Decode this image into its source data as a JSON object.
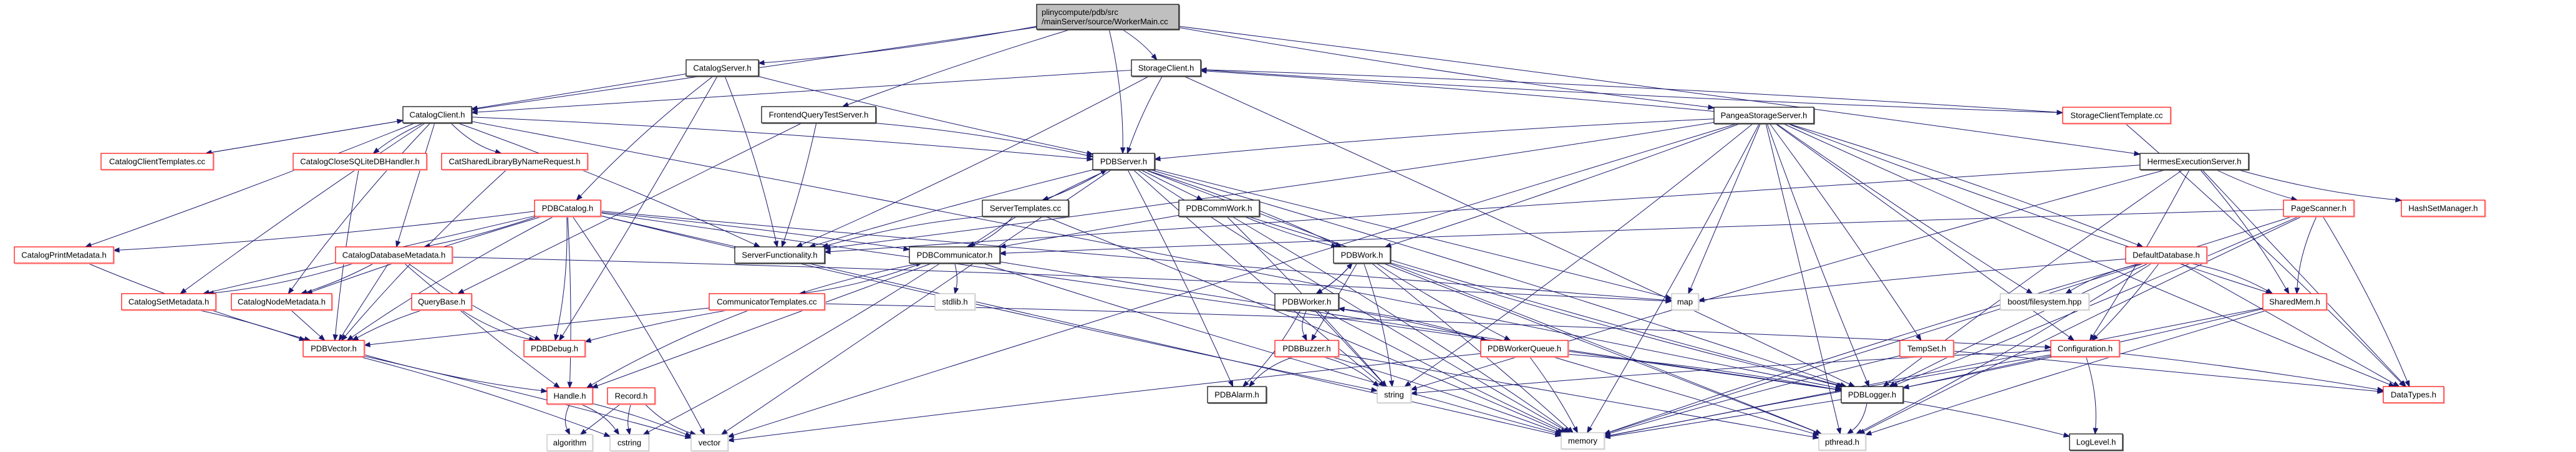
{
  "title": "Include dependency graph for WorkerMain.cc",
  "colors": {
    "edge": "#191970",
    "root_fill": "#bfbfbf",
    "root_border": "#000000",
    "documented_border": "#000000",
    "undocumented_border": "#ff0000",
    "system_border": "#bfbfbf",
    "node_fill": "#ffffff"
  },
  "nodes": [
    {
      "id": "root",
      "label": [
        "plinycompute/pdb/src",
        "/mainServer/source/WorkerMain.cc"
      ],
      "kind": "root"
    },
    {
      "id": "CatalogServer",
      "label": [
        "CatalogServer.h"
      ],
      "kind": "documented"
    },
    {
      "id": "StorageClient",
      "label": [
        "StorageClient.h"
      ],
      "kind": "documented"
    },
    {
      "id": "CatalogClient",
      "label": [
        "CatalogClient.h"
      ],
      "kind": "documented"
    },
    {
      "id": "FrontendQueryTestServer",
      "label": [
        "FrontendQueryTestServer.h"
      ],
      "kind": "documented"
    },
    {
      "id": "PangeaStorageServer",
      "label": [
        "PangeaStorageServer.h"
      ],
      "kind": "documented"
    },
    {
      "id": "StorageClientTemplate",
      "label": [
        "StorageClientTemplate.cc"
      ],
      "kind": "undocumented"
    },
    {
      "id": "CatalogClientTemplates",
      "label": [
        "CatalogClientTemplates.cc"
      ],
      "kind": "undocumented"
    },
    {
      "id": "CatalogCloseSQLiteDBHandler",
      "label": [
        "CatalogCloseSQLiteDBHandler.h"
      ],
      "kind": "undocumented"
    },
    {
      "id": "CatSharedLibraryByNameRequest",
      "label": [
        "CatSharedLibraryByNameRequest.h"
      ],
      "kind": "undocumented"
    },
    {
      "id": "PDBServer",
      "label": [
        "PDBServer.h"
      ],
      "kind": "documented"
    },
    {
      "id": "HermesExecutionServer",
      "label": [
        "HermesExecutionServer.h"
      ],
      "kind": "documented"
    },
    {
      "id": "PDBCatalog",
      "label": [
        "PDBCatalog.h"
      ],
      "kind": "undocumented"
    },
    {
      "id": "ServerTemplates",
      "label": [
        "ServerTemplates.cc"
      ],
      "kind": "documented"
    },
    {
      "id": "PDBCommWork",
      "label": [
        "PDBCommWork.h"
      ],
      "kind": "documented"
    },
    {
      "id": "PageScanner",
      "label": [
        "PageScanner.h"
      ],
      "kind": "undocumented"
    },
    {
      "id": "HashSetManager",
      "label": [
        "HashSetManager.h"
      ],
      "kind": "undocumented"
    },
    {
      "id": "CatalogPrintMetadata",
      "label": [
        "CatalogPrintMetadata.h"
      ],
      "kind": "undocumented"
    },
    {
      "id": "CatalogDatabaseMetadata",
      "label": [
        "CatalogDatabaseMetadata.h"
      ],
      "kind": "undocumented"
    },
    {
      "id": "ServerFunctionality",
      "label": [
        "ServerFunctionality.h"
      ],
      "kind": "documented"
    },
    {
      "id": "PDBCommunicator",
      "label": [
        "PDBCommunicator.h"
      ],
      "kind": "documented"
    },
    {
      "id": "PDBWork",
      "label": [
        "PDBWork.h"
      ],
      "kind": "documented"
    },
    {
      "id": "DefaultDatabase",
      "label": [
        "DefaultDatabase.h"
      ],
      "kind": "undocumented"
    },
    {
      "id": "CatalogSetMetadata",
      "label": [
        "CatalogSetMetadata.h"
      ],
      "kind": "undocumented"
    },
    {
      "id": "CatalogNodeMetadata",
      "label": [
        "CatalogNodeMetadata.h"
      ],
      "kind": "undocumented"
    },
    {
      "id": "QueryBase",
      "label": [
        "QueryBase.h"
      ],
      "kind": "undocumented"
    },
    {
      "id": "CommunicatorTemplates",
      "label": [
        "CommunicatorTemplates.cc"
      ],
      "kind": "undocumented"
    },
    {
      "id": "stdlib",
      "label": [
        "stdlib.h"
      ],
      "kind": "system"
    },
    {
      "id": "PDBWorker",
      "label": [
        "PDBWorker.h"
      ],
      "kind": "documented"
    },
    {
      "id": "map",
      "label": [
        "map"
      ],
      "kind": "system"
    },
    {
      "id": "boostfs",
      "label": [
        "boost/filesystem.hpp"
      ],
      "kind": "system"
    },
    {
      "id": "SharedMem",
      "label": [
        "SharedMem.h"
      ],
      "kind": "undocumented"
    },
    {
      "id": "PDBVector",
      "label": [
        "PDBVector.h"
      ],
      "kind": "undocumented"
    },
    {
      "id": "PDBDebug",
      "label": [
        "PDBDebug.h"
      ],
      "kind": "undocumented"
    },
    {
      "id": "PDBBuzzer",
      "label": [
        "PDBBuzzer.h"
      ],
      "kind": "undocumented"
    },
    {
      "id": "PDBWorkerQueue",
      "label": [
        "PDBWorkerQueue.h"
      ],
      "kind": "undocumented"
    },
    {
      "id": "TempSet",
      "label": [
        "TempSet.h"
      ],
      "kind": "undocumented"
    },
    {
      "id": "Configuration",
      "label": [
        "Configuration.h"
      ],
      "kind": "undocumented"
    },
    {
      "id": "Handle",
      "label": [
        "Handle.h"
      ],
      "kind": "undocumented"
    },
    {
      "id": "Record",
      "label": [
        "Record.h"
      ],
      "kind": "undocumented"
    },
    {
      "id": "PDBAlarm",
      "label": [
        "PDBAlarm.h"
      ],
      "kind": "documented"
    },
    {
      "id": "string",
      "label": [
        "string"
      ],
      "kind": "system"
    },
    {
      "id": "PDBLogger",
      "label": [
        "PDBLogger.h"
      ],
      "kind": "documented"
    },
    {
      "id": "DataTypes",
      "label": [
        "DataTypes.h"
      ],
      "kind": "undocumented"
    },
    {
      "id": "algorithm",
      "label": [
        "algorithm"
      ],
      "kind": "system"
    },
    {
      "id": "cstring",
      "label": [
        "cstring"
      ],
      "kind": "system"
    },
    {
      "id": "vector",
      "label": [
        "vector"
      ],
      "kind": "system"
    },
    {
      "id": "memory",
      "label": [
        "memory"
      ],
      "kind": "system"
    },
    {
      "id": "pthread",
      "label": [
        "pthread.h"
      ],
      "kind": "system"
    },
    {
      "id": "LogLevel",
      "label": [
        "LogLevel.h"
      ],
      "kind": "documented"
    }
  ],
  "edges": [
    [
      "root",
      "CatalogServer"
    ],
    [
      "root",
      "StorageClient"
    ],
    [
      "root",
      "CatalogClient"
    ],
    [
      "root",
      "FrontendQueryTestServer"
    ],
    [
      "root",
      "PangeaStorageServer"
    ],
    [
      "root",
      "PDBServer"
    ],
    [
      "root",
      "HermesExecutionServer"
    ],
    [
      "CatalogServer",
      "CatalogClient"
    ],
    [
      "CatalogServer",
      "PDBServer"
    ],
    [
      "CatalogServer",
      "PDBCatalog"
    ],
    [
      "CatalogServer",
      "ServerFunctionality"
    ],
    [
      "CatalogServer",
      "PDBDebug"
    ],
    [
      "StorageClient",
      "CatalogClient"
    ],
    [
      "StorageClient",
      "PDBServer"
    ],
    [
      "StorageClient",
      "StorageClientTemplate"
    ],
    [
      "StorageClient",
      "ServerFunctionality"
    ],
    [
      "StorageClient",
      "PDBLogger"
    ],
    [
      "CatalogClient",
      "CatalogClientTemplates"
    ],
    [
      "CatalogClient",
      "CatalogCloseSQLiteDBHandler"
    ],
    [
      "CatalogClient",
      "CatSharedLibraryByNameRequest"
    ],
    [
      "CatalogClient",
      "PDBServer"
    ],
    [
      "CatalogClient",
      "CatalogPrintMetadata"
    ],
    [
      "CatalogClient",
      "CatalogDatabaseMetadata"
    ],
    [
      "CatalogClient",
      "CatalogSetMetadata"
    ],
    [
      "CatalogClient",
      "CatalogNodeMetadata"
    ],
    [
      "CatalogClient",
      "ServerFunctionality"
    ],
    [
      "CatalogClient",
      "PDBLogger"
    ],
    [
      "CatalogClientTemplates",
      "CatalogClient"
    ],
    [
      "CatalogCloseSQLiteDBHandler",
      "PDBVector"
    ],
    [
      "CatSharedLibraryByNameRequest",
      "PDBVector"
    ],
    [
      "FrontendQueryTestServer",
      "PDBServer"
    ],
    [
      "FrontendQueryTestServer",
      "ServerFunctionality"
    ],
    [
      "FrontendQueryTestServer",
      "QueryBase"
    ],
    [
      "PangeaStorageServer",
      "StorageClient"
    ],
    [
      "PangeaStorageServer",
      "PDBServer"
    ],
    [
      "PangeaStorageServer",
      "ServerFunctionality"
    ],
    [
      "PangeaStorageServer",
      "PDBWork"
    ],
    [
      "PangeaStorageServer",
      "map"
    ],
    [
      "PangeaStorageServer",
      "boostfs"
    ],
    [
      "PangeaStorageServer",
      "SharedMem"
    ],
    [
      "PangeaStorageServer",
      "DefaultDatabase"
    ],
    [
      "PangeaStorageServer",
      "TempSet"
    ],
    [
      "PangeaStorageServer",
      "Configuration"
    ],
    [
      "PangeaStorageServer",
      "PDBLogger"
    ],
    [
      "PangeaStorageServer",
      "DataTypes"
    ],
    [
      "PangeaStorageServer",
      "string"
    ],
    [
      "PangeaStorageServer",
      "memory"
    ],
    [
      "PangeaStorageServer",
      "pthread"
    ],
    [
      "PangeaStorageServer",
      "vector"
    ],
    [
      "StorageClientTemplate",
      "StorageClient"
    ],
    [
      "StorageClientTemplate",
      "DataTypes"
    ],
    [
      "PDBServer",
      "ServerTemplates"
    ],
    [
      "PDBServer",
      "PDBCommWork"
    ],
    [
      "PDBServer",
      "ServerFunctionality"
    ],
    [
      "PDBServer",
      "PDBCommunicator"
    ],
    [
      "PDBServer",
      "PDBWork"
    ],
    [
      "PDBServer",
      "PDBAlarm"
    ],
    [
      "PDBServer",
      "map"
    ],
    [
      "PDBServer",
      "string"
    ],
    [
      "PDBServer",
      "memory"
    ],
    [
      "PDBServer",
      "PDBLogger"
    ],
    [
      "PDBServer",
      "pthread"
    ],
    [
      "PDBServer",
      "vector"
    ],
    [
      "ServerTemplates",
      "PDBServer"
    ],
    [
      "ServerTemplates",
      "ServerFunctionality"
    ],
    [
      "ServerTemplates",
      "PDBCommunicator"
    ],
    [
      "ServerTemplates",
      "memory"
    ],
    [
      "PDBCommWork",
      "PDBCommunicator"
    ],
    [
      "PDBCommWork",
      "PDBWork"
    ],
    [
      "PDBCommWork",
      "PDBLogger"
    ],
    [
      "PDBCommWork",
      "memory"
    ],
    [
      "PDBCommWork",
      "string"
    ],
    [
      "HermesExecutionServer",
      "ServerFunctionality"
    ],
    [
      "HermesExecutionServer",
      "PageScanner"
    ],
    [
      "HermesExecutionServer",
      "HashSetManager"
    ],
    [
      "HermesExecutionServer",
      "SharedMem"
    ],
    [
      "HermesExecutionServer",
      "Configuration"
    ],
    [
      "HermesExecutionServer",
      "DataTypes"
    ],
    [
      "HermesExecutionServer",
      "PDBLogger"
    ],
    [
      "HermesExecutionServer",
      "string"
    ],
    [
      "PDBCatalog",
      "CatalogPrintMetadata"
    ],
    [
      "PDBCatalog",
      "CatalogDatabaseMetadata"
    ],
    [
      "PDBCatalog",
      "CatalogSetMetadata"
    ],
    [
      "PDBCatalog",
      "CatalogNodeMetadata"
    ],
    [
      "PDBCatalog",
      "PDBVector"
    ],
    [
      "PDBCatalog",
      "PDBDebug"
    ],
    [
      "PDBCatalog",
      "PDBCommunicator"
    ],
    [
      "PDBCatalog",
      "PDBLogger"
    ],
    [
      "PDBCatalog",
      "map"
    ],
    [
      "PDBCatalog",
      "string"
    ],
    [
      "PDBCatalog",
      "vector"
    ],
    [
      "PDBCatalog",
      "Handle"
    ],
    [
      "PDBCatalog",
      "memory"
    ],
    [
      "PageScanner",
      "PDBCommunicator"
    ],
    [
      "PageScanner",
      "SharedMem"
    ],
    [
      "PageScanner",
      "DataTypes"
    ],
    [
      "PageScanner",
      "PDBLogger"
    ],
    [
      "PageScanner",
      "memory"
    ],
    [
      "PageScanner",
      "pthread"
    ],
    [
      "CatalogPrintMetadata",
      "PDBVector"
    ],
    [
      "CatalogDatabaseMetadata",
      "CatalogSetMetadata"
    ],
    [
      "CatalogDatabaseMetadata",
      "CatalogNodeMetadata"
    ],
    [
      "CatalogDatabaseMetadata",
      "PDBVector"
    ],
    [
      "CatalogDatabaseMetadata",
      "Handle"
    ],
    [
      "CatalogDatabaseMetadata",
      "PDBDebug"
    ],
    [
      "CatalogDatabaseMetadata",
      "map"
    ],
    [
      "CatalogSetMetadata",
      "PDBVector"
    ],
    [
      "CatalogNodeMetadata",
      "PDBVector"
    ],
    [
      "QueryBase",
      "PDBVector"
    ],
    [
      "QueryBase",
      "PDBDebug"
    ],
    [
      "PDBCommunicator",
      "CommunicatorTemplates"
    ],
    [
      "PDBCommunicator",
      "stdlib"
    ],
    [
      "PDBCommunicator",
      "Handle"
    ],
    [
      "PDBCommunicator",
      "PDBLogger"
    ],
    [
      "PDBCommunicator",
      "memory"
    ],
    [
      "PDBCommunicator",
      "cstring"
    ],
    [
      "CommunicatorTemplates",
      "PDBCommunicator"
    ],
    [
      "CommunicatorTemplates",
      "PDBVector"
    ],
    [
      "CommunicatorTemplates",
      "PDBDebug"
    ],
    [
      "CommunicatorTemplates",
      "Handle"
    ],
    [
      "CommunicatorTemplates",
      "Configuration"
    ],
    [
      "PDBWork",
      "PDBWorker"
    ],
    [
      "PDBWork",
      "PDBBuzzer"
    ],
    [
      "PDBWork",
      "PDBWorkerQueue"
    ],
    [
      "PDBWork",
      "PDBLogger"
    ],
    [
      "PDBWork",
      "string"
    ],
    [
      "PDBWork",
      "memory"
    ],
    [
      "PDBWork",
      "pthread"
    ],
    [
      "PDBWorker",
      "PDBWork"
    ],
    [
      "PDBWorker",
      "PDBBuzzer"
    ],
    [
      "PDBWorker",
      "PDBAlarm"
    ],
    [
      "PDBWorker",
      "PDBWorkerQueue"
    ],
    [
      "PDBWorker",
      "string"
    ],
    [
      "PDBWorker",
      "memory"
    ],
    [
      "PDBWorkerQueue",
      "PDBWorker"
    ],
    [
      "PDBWorkerQueue",
      "PDBLogger"
    ],
    [
      "PDBWorkerQueue",
      "memory"
    ],
    [
      "PDBWorkerQueue",
      "pthread"
    ],
    [
      "PDBWorkerQueue",
      "vector"
    ],
    [
      "PDBBuzzer",
      "PDBAlarm"
    ],
    [
      "PDBBuzzer",
      "string"
    ],
    [
      "PDBBuzzer",
      "memory"
    ],
    [
      "PDBBuzzer",
      "pthread"
    ],
    [
      "DefaultDatabase",
      "map"
    ],
    [
      "DefaultDatabase",
      "boostfs"
    ],
    [
      "DefaultDatabase",
      "SharedMem"
    ],
    [
      "DefaultDatabase",
      "Configuration"
    ],
    [
      "DefaultDatabase",
      "DataTypes"
    ],
    [
      "DefaultDatabase",
      "PDBLogger"
    ],
    [
      "DefaultDatabase",
      "memory"
    ],
    [
      "DefaultDatabase",
      "pthread"
    ],
    [
      "SharedMem",
      "PDBLogger"
    ],
    [
      "SharedMem",
      "memory"
    ],
    [
      "SharedMem",
      "pthread"
    ],
    [
      "PDBVector",
      "Handle"
    ],
    [
      "PDBVector",
      "cstring"
    ],
    [
      "PDBVector",
      "vector"
    ],
    [
      "TempSet",
      "DataTypes"
    ],
    [
      "TempSet",
      "memory"
    ],
    [
      "Configuration",
      "string"
    ],
    [
      "Configuration",
      "LogLevel"
    ],
    [
      "Configuration",
      "DataTypes"
    ],
    [
      "Configuration",
      "PDBLogger"
    ],
    [
      "Configuration",
      "memory"
    ],
    [
      "Handle",
      "algorithm"
    ],
    [
      "Handle",
      "cstring"
    ],
    [
      "Handle",
      "vector"
    ],
    [
      "Record",
      "algorithm"
    ],
    [
      "Record",
      "cstring"
    ],
    [
      "Record",
      "vector"
    ],
    [
      "PDBLogger",
      "pthread"
    ],
    [
      "PDBLogger",
      "LogLevel"
    ],
    [
      "PDBLogger",
      "memory"
    ]
  ]
}
